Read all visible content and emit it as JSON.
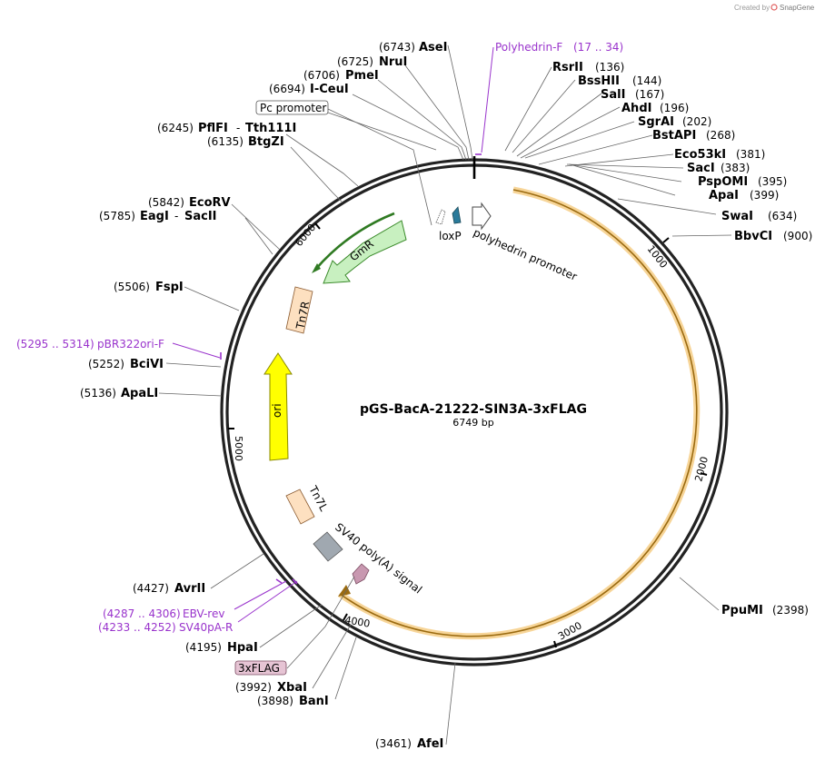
{
  "plasmid": {
    "name": "pGS-BacA-21222-SIN3A-3xFLAG",
    "length_text": "6749 bp"
  },
  "credit": {
    "text": "Created by",
    "brand": "SnapGene"
  },
  "ticks": [
    {
      "label": "1000"
    },
    {
      "label": "2000"
    },
    {
      "label": "3000"
    },
    {
      "label": "4000"
    },
    {
      "label": "5000"
    },
    {
      "label": "6000"
    }
  ],
  "enzymes": [
    {
      "name": "AseI",
      "pos": "(6743)"
    },
    {
      "name": "NruI",
      "pos": "(6725)"
    },
    {
      "name": "PmeI",
      "pos": "(6706)"
    },
    {
      "name": "I-CeuI",
      "pos": "(6694)"
    },
    {
      "name": "PflFI",
      "name2": "Tth111I",
      "pos": "(6245)"
    },
    {
      "name": "BtgZI",
      "pos": "(6135)"
    },
    {
      "name": "EcoRV",
      "pos": "(5842)"
    },
    {
      "name": "EagI",
      "name2": "SacII",
      "pos": "(5785)"
    },
    {
      "name": "FspI",
      "pos": "(5506)"
    },
    {
      "name": "BciVI",
      "pos": "(5252)"
    },
    {
      "name": "ApaLI",
      "pos": "(5136)"
    },
    {
      "name": "AvrII",
      "pos": "(4427)"
    },
    {
      "name": "HpaI",
      "pos": "(4195)"
    },
    {
      "name": "XbaI",
      "pos": "(3992)"
    },
    {
      "name": "BanI",
      "pos": "(3898)"
    },
    {
      "name": "AfeI",
      "pos": "(3461)"
    },
    {
      "name": "PpuMI",
      "pos": "(2398)"
    },
    {
      "name": "BbvCI",
      "pos": "(900)"
    },
    {
      "name": "SwaI",
      "pos": "(634)"
    },
    {
      "name": "ApaI",
      "pos": "(399)"
    },
    {
      "name": "PspOMI",
      "pos": "(395)"
    },
    {
      "name": "SacI",
      "pos": "(383)"
    },
    {
      "name": "Eco53kI",
      "pos": "(381)"
    },
    {
      "name": "BstAPI",
      "pos": "(268)"
    },
    {
      "name": "SgrAI",
      "pos": "(202)"
    },
    {
      "name": "AhdI",
      "pos": "(196)"
    },
    {
      "name": "SalI",
      "pos": "(167)"
    },
    {
      "name": "BssHII",
      "pos": "(144)"
    },
    {
      "name": "RsrII",
      "pos": "(136)"
    }
  ],
  "primers": [
    {
      "name": "Polyhedrin-F",
      "range": "(17 .. 34)"
    },
    {
      "name": "pBR322ori-F",
      "range": "(5295 .. 5314)"
    },
    {
      "name": "EBV-rev",
      "range": "(4287 .. 4306)"
    },
    {
      "name": "SV40pA-R",
      "range": "(4233 .. 4252)"
    }
  ],
  "boxed_features": [
    {
      "label": "Pc promoter"
    },
    {
      "label": "3xFLAG"
    }
  ],
  "features": [
    {
      "label": "loxP"
    },
    {
      "label": "polyhedrin promoter"
    },
    {
      "label": "GmR"
    },
    {
      "label": "Tn7R"
    },
    {
      "label": "ori"
    },
    {
      "label": "Tn7L"
    },
    {
      "label": "SV40 poly(A) signal"
    }
  ],
  "colors": {
    "backbone": "#222222",
    "orf": "#f0b040",
    "gmr": "#c8f0c0",
    "gmr_stroke": "#3a8a2a",
    "tn7": "#fde0c0",
    "ori": "#ffff00",
    "sv40": "#a0a8b0",
    "lox": "#2a7a9a",
    "primer": "#9933cc",
    "flag_box": "#e6c4d4"
  }
}
